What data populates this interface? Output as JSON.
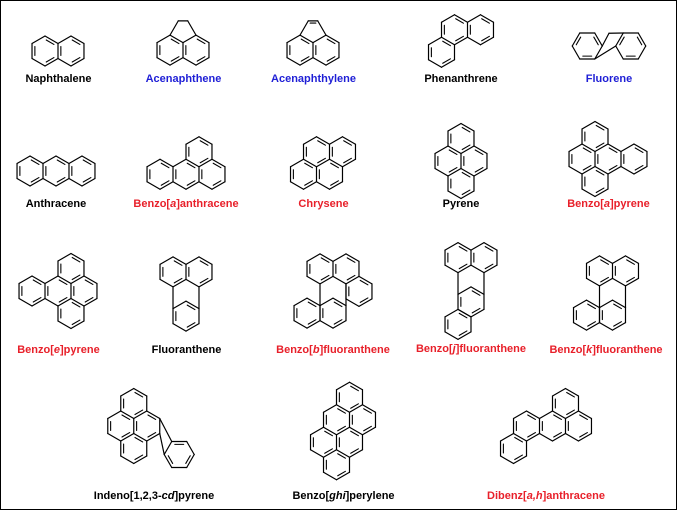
{
  "colors": {
    "black": "#000000",
    "blue": "#1f1fd6",
    "red": "#e8202a"
  },
  "structures": [
    {
      "id": "naphthalene",
      "color": "black",
      "label": [
        {
          "t": "Naphthalene"
        }
      ]
    },
    {
      "id": "acenaphthene",
      "color": "blue",
      "label": [
        {
          "t": "Acenaphthene"
        }
      ]
    },
    {
      "id": "acenaphthylene",
      "color": "blue",
      "label": [
        {
          "t": "Acenaphthylene"
        }
      ]
    },
    {
      "id": "phenanthrene",
      "color": "black",
      "label": [
        {
          "t": "Phenanthrene"
        }
      ]
    },
    {
      "id": "fluorene",
      "color": "blue",
      "label": [
        {
          "t": "Fluorene"
        }
      ]
    },
    {
      "id": "anthracene",
      "color": "black",
      "label": [
        {
          "t": "Anthracene"
        }
      ]
    },
    {
      "id": "benz-a-anthracene",
      "color": "red",
      "label": [
        {
          "t": "Benzo["
        },
        {
          "t": "a",
          "i": true
        },
        {
          "t": "]anthracene"
        }
      ]
    },
    {
      "id": "chrysene",
      "color": "red",
      "label": [
        {
          "t": "Chrysene"
        }
      ]
    },
    {
      "id": "pyrene",
      "color": "black",
      "label": [
        {
          "t": "Pyrene"
        }
      ]
    },
    {
      "id": "benzo-a-pyrene",
      "color": "red",
      "label": [
        {
          "t": "Benzo["
        },
        {
          "t": "a",
          "i": true
        },
        {
          "t": "]pyrene"
        }
      ]
    },
    {
      "id": "benzo-e-pyrene",
      "color": "red",
      "label": [
        {
          "t": "Benzo["
        },
        {
          "t": "e",
          "i": true
        },
        {
          "t": "]pyrene"
        }
      ]
    },
    {
      "id": "fluoranthene",
      "color": "black",
      "label": [
        {
          "t": "Fluoranthene"
        }
      ]
    },
    {
      "id": "benzo-b-fluoranthene",
      "color": "red",
      "label": [
        {
          "t": "Benzo["
        },
        {
          "t": "b",
          "i": true
        },
        {
          "t": "]fluoranthene"
        }
      ]
    },
    {
      "id": "benzo-j-fluoranthene",
      "color": "red",
      "label": [
        {
          "t": "Benzo["
        },
        {
          "t": "j",
          "i": true
        },
        {
          "t": "]fluoranthene"
        }
      ]
    },
    {
      "id": "benzo-k-fluoranthene",
      "color": "red",
      "label": [
        {
          "t": "Benzo["
        },
        {
          "t": "k",
          "i": true
        },
        {
          "t": "]fluoranthene"
        }
      ]
    },
    {
      "id": "indeno-pyrene",
      "color": "black",
      "label": [
        {
          "t": "Indeno[1,2,3-"
        },
        {
          "t": "cd",
          "i": true
        },
        {
          "t": "]pyrene"
        }
      ]
    },
    {
      "id": "benzo-ghi-perylene",
      "color": "black",
      "label": [
        {
          "t": "Benzo["
        },
        {
          "t": "ghi",
          "i": true
        },
        {
          "t": "]perylene"
        }
      ]
    },
    {
      "id": "dibenz-ah-anthracene",
      "color": "red",
      "label": [
        {
          "t": "Dibenz["
        },
        {
          "t": "a,h",
          "i": true
        },
        {
          "t": "]anthracene"
        }
      ]
    }
  ]
}
